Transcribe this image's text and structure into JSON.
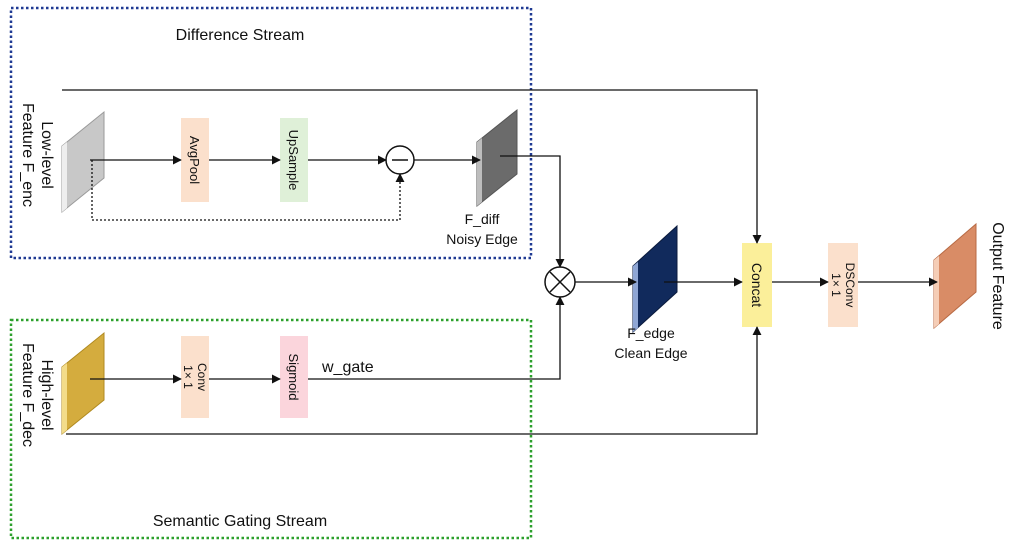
{
  "streams": {
    "difference": {
      "title": "Difference Stream",
      "color": "#1f3a93"
    },
    "semantic": {
      "title": "Semantic Gating Stream",
      "color": "#2ca02c"
    }
  },
  "inputs": {
    "low_level": {
      "line1": "Low-level",
      "line2": "Feature F_enc"
    },
    "high_level": {
      "line1": "High-level",
      "line2": "Feature F_dec"
    }
  },
  "ops": {
    "avgpool": "AvgPool",
    "upsample": "UpSample",
    "conv_line1": "Conv",
    "conv_line2": "1× 1",
    "sigmoid": "Sigmoid",
    "concat": "Concat",
    "dsconv_line1": "DSConv",
    "dsconv_line2": "1× 1",
    "subtract_symbol": "−",
    "multiply_symbol": "×"
  },
  "features": {
    "f_diff": "F_diff",
    "f_diff_sub": "Noisy Edge",
    "f_edge": "F_edge",
    "f_edge_sub": "Clean Edge",
    "w_gate": "w_gate",
    "output": "Output  Feature"
  },
  "colors": {
    "avgpool_fill": "#fbe0cc",
    "upsample_fill": "#dff0d8",
    "conv_fill": "#fbe0cc",
    "sigmoid_fill": "#fbd5dc",
    "concat_fill": "#fbef9a",
    "dsconv_fill": "#fbe0cc",
    "low_plate": "#c8c8c8",
    "diff_plate": "#6b6b6b",
    "high_plate": "#d4ac3e",
    "edge_plate": "#112a5c",
    "output_plate": "#d98c66"
  }
}
